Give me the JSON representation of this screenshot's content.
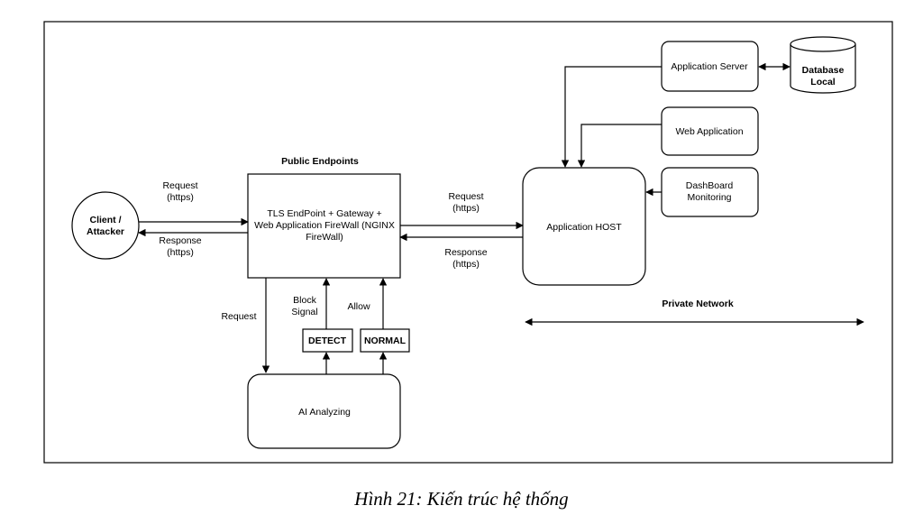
{
  "diagram": {
    "nodes": {
      "client": [
        "Client /",
        "Attacker"
      ],
      "gateway_title": "Public Endpoints",
      "gateway": [
        "TLS EndPoint + Gateway +",
        "Web Application FireWall (NGINX",
        "FireWall)"
      ],
      "ai": "AI Analyzing",
      "detect": "DETECT",
      "normal": "NORMAL",
      "host": "Application HOST",
      "app_server": "Application Server",
      "database": [
        "Database",
        "Local"
      ],
      "web_app": "Web Application",
      "dashboard": [
        "DashBoard",
        "Monitoring"
      ],
      "private_network": "Private Network"
    },
    "labels": {
      "client_request": [
        "Request",
        "(https)"
      ],
      "client_response": [
        "Response",
        "(https)"
      ],
      "host_request": [
        "Request",
        "(https)"
      ],
      "host_response": [
        "Response",
        "(https)"
      ],
      "ai_request": "Request",
      "block_signal": [
        "Block",
        "Signal"
      ],
      "allow": "Allow"
    }
  },
  "caption": "Hình 21: Kiến trúc hệ thống"
}
